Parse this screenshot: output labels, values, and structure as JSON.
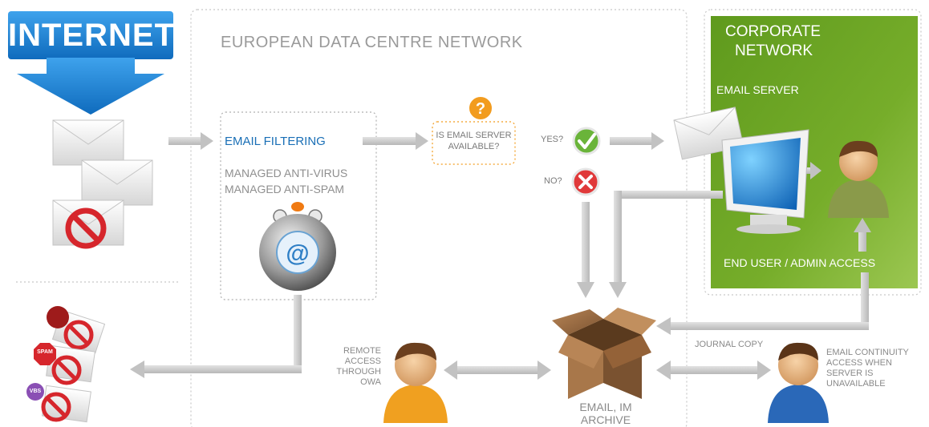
{
  "internet": {
    "label": "INTERNET"
  },
  "datacentre": {
    "title": "EUROPEAN DATA CENTRE NETWORK"
  },
  "filtering": {
    "title": "EMAIL FILTERING",
    "line1": "MANAGED ANTI-VIRUS",
    "line2": "MANAGED ANTI-SPAM"
  },
  "decision": {
    "question_line1": "IS EMAIL SERVER",
    "question_line2": "AVAILABLE?",
    "yes": "YES?",
    "no": "NO?"
  },
  "corporate": {
    "title_line1": "CORPORATE",
    "title_line2": "NETWORK",
    "email_server": "EMAIL SERVER",
    "end_user_access": "END USER / ADMIN ACCESS"
  },
  "archive": {
    "line1": "EMAIL, IM",
    "line2": "ARCHIVE"
  },
  "journal": {
    "label": "JOURNAL COPY"
  },
  "remote": {
    "line1": "REMOTE",
    "line2": "ACCESS",
    "line3": "THROUGH",
    "line4": "OWA"
  },
  "continuity": {
    "line1": "EMAIL CONTINUITY",
    "line2": "ACCESS WHEN",
    "line3": "SERVER IS",
    "line4": "UNAVAILABLE"
  },
  "badges": {
    "spam": "SPAM",
    "virus": "VBS"
  },
  "colors": {
    "internet_blue": "#1a7fcf",
    "corporate_green": "#6aa222",
    "filter_blue": "#1a6fb6",
    "question_orange": "#f29c1f",
    "yes_green": "#6ab43a",
    "no_red": "#e0393a",
    "arrow_grey": "#c9c9c9"
  }
}
